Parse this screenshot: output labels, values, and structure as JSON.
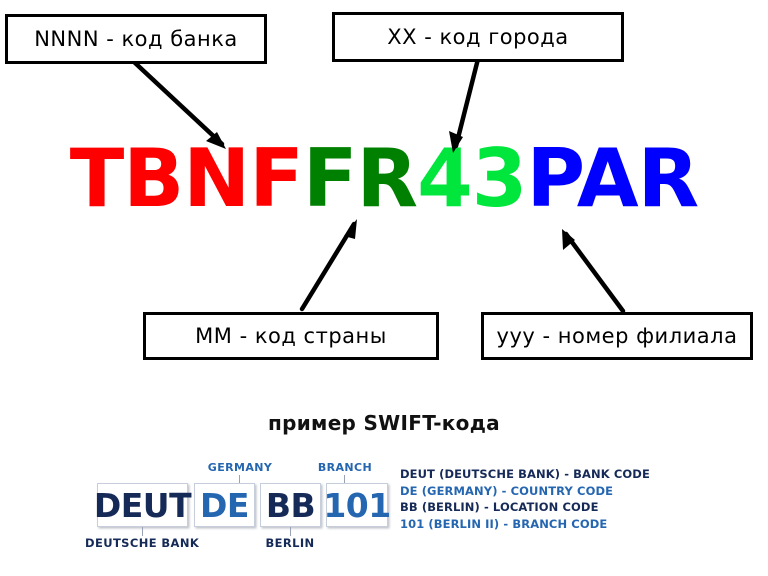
{
  "colors": {
    "bank_red": "#ff0000",
    "country_green": "#008000",
    "city_green": "#00e63c",
    "branch_blue": "#0000ff",
    "navy": "#162a58",
    "blue": "#2566b0",
    "box_border": "#000000",
    "background": "#ffffff"
  },
  "callouts": {
    "bank": "NNNN - код банка",
    "city": "XX - код города",
    "country": "MM - код страны",
    "branch": "yyy - номер филиала"
  },
  "swift_code": {
    "full": "TBNFFR43PAR",
    "segments": [
      {
        "text": "TBNF",
        "color": "#ff0000",
        "meaning": "код банка"
      },
      {
        "text": "FR",
        "color": "#008000",
        "meaning": "код страны"
      },
      {
        "text": "43",
        "color": "#00e63c",
        "meaning": "код города"
      },
      {
        "text": "PAR",
        "color": "#0000ff",
        "meaning": "номер филиала"
      }
    ]
  },
  "caption": "пример SWIFT-кода",
  "example": {
    "boxes": [
      {
        "code": "DEUT",
        "color": "#162a58",
        "top_label": "",
        "bottom_label": "DEUTSCHE BANK"
      },
      {
        "code": "DE",
        "color": "#2566b0",
        "top_label": "GERMANY",
        "bottom_label": ""
      },
      {
        "code": "BB",
        "color": "#162a58",
        "top_label": "",
        "bottom_label": "BERLIN"
      },
      {
        "code": "101",
        "color": "#2566b0",
        "top_label": "BRANCH",
        "bottom_label": ""
      }
    ],
    "legend": [
      {
        "text": "DEUT (DEUTSCHE BANK) - BANK CODE",
        "color": "#162a58"
      },
      {
        "text": "DE (GERMANY) - COUNTRY CODE",
        "color": "#2566b0"
      },
      {
        "text": "BB (BERLIN) - LOCATION CODE",
        "color": "#162a58"
      },
      {
        "text": "101 (BERLIN II) - BRANCH CODE",
        "color": "#2566b0"
      }
    ]
  }
}
